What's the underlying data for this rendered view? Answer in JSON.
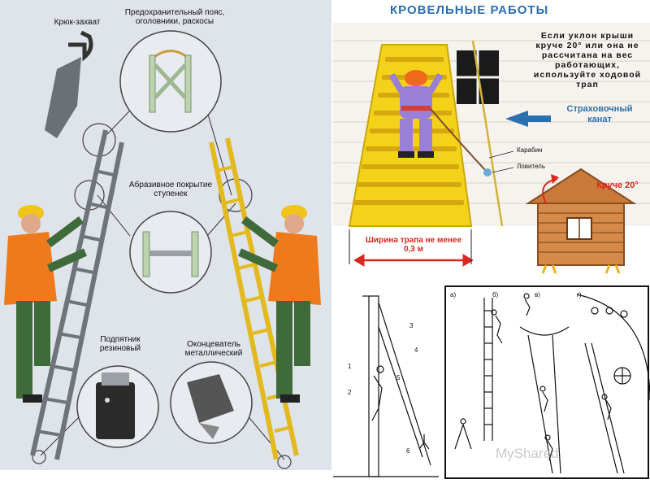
{
  "left_panel": {
    "hook_label": "Крюк-захват",
    "guard_label": "Предохранительный пояс, оголовники, раскосы",
    "abrasive_label": "Абразивное покрытие ступенек",
    "rubber_shoe_label": "Подпятник резиновый",
    "metal_tip_label": "Оконцеватель металлический"
  },
  "roof_panel": {
    "title": "КРОВЕЛЬНЫЕ РАБОТЫ",
    "note": "Если уклон крыши круче 20° или она не рассчитана на вес работающих, используйте ходовой трап",
    "rope_label": "Страховочный канат",
    "carabiner_label": "Карабин",
    "catcher_label": "Ловитель",
    "slope_label": "Круче 20°",
    "width_label": "Ширина трапа не менее 0,3 м",
    "colors": {
      "accent_blue": "#2a6fb0",
      "warning_red": "#d8281f",
      "trap_yellow": "#f5d21a"
    }
  },
  "bottom_panel": {
    "labels_a": [
      "1",
      "2",
      "3",
      "4",
      "5",
      "6"
    ],
    "figure_letters": [
      "а)",
      "б)",
      "в)",
      "г)"
    ],
    "watermark": "MyShared"
  }
}
